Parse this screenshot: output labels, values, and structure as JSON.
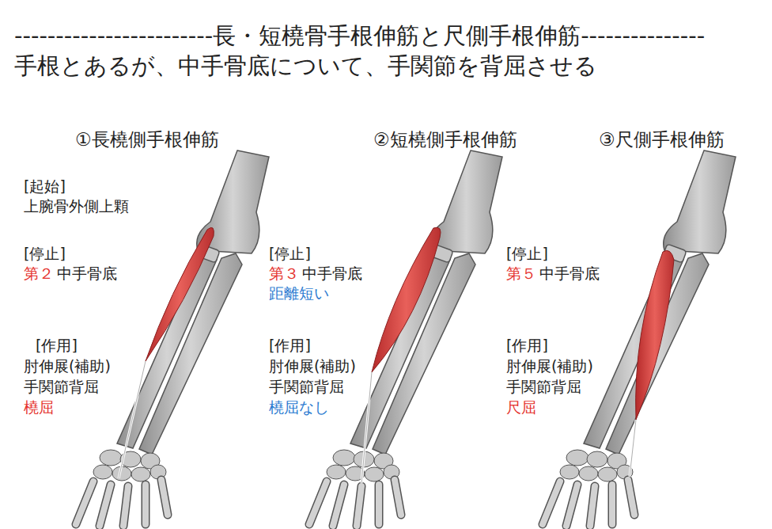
{
  "diagram": {
    "title": "------------------------長・短橈骨手根伸筋と尺側手根伸筋---------------",
    "labels": [
      "手根とあるが、中手骨底について、手関節を背屈させる",
      "①長橈側手根伸筋",
      "[起始]",
      "上腕骨外側上顆",
      "[停止]",
      "第２",
      "中手骨底",
      "[作用]",
      "肘伸展(補助)",
      "手関節背屈",
      "橈屈",
      "②短橈側手根伸筋",
      "[停止]",
      "第３",
      "中手骨底",
      "距離短い",
      "[作用]",
      "肘伸展(補助)",
      "手関節背屈",
      "橈屈なし",
      "③尺側手根伸筋",
      "[停止]",
      "第５",
      "中手骨底",
      "[作用]",
      "肘伸展(補助)",
      "手関節背屈",
      "尺屈"
    ]
  }
}
